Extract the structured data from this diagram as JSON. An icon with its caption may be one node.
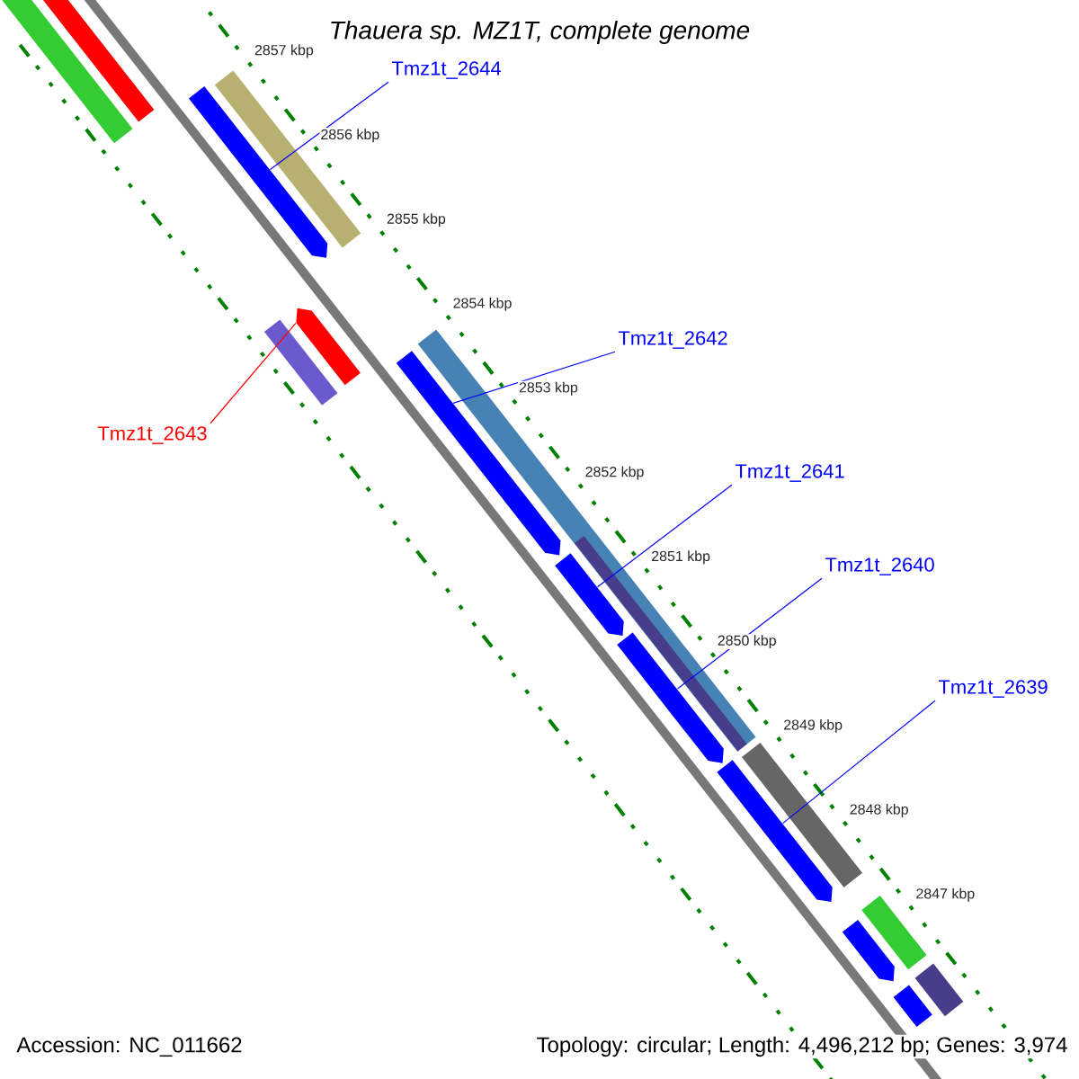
{
  "diagram": {
    "title": "Thauera sp. MZ1T, complete genome",
    "nodes": [
      {
        "text": [
          "Tmz1t_2644"
        ]
      },
      {
        "text": [
          "Tmz1t_2642"
        ]
      },
      {
        "text": [
          "Tmz1t_2643"
        ]
      },
      {
        "text": [
          "Tmz1t_2641"
        ]
      },
      {
        "text": [
          "Tmz1t_2640"
        ]
      },
      {
        "text": [
          "Tmz1t_2639"
        ]
      },
      {
        "text": [],
        "shape": "bar"
      },
      {
        "text": [],
        "shape": "bar"
      },
      {
        "text": [],
        "shape": "bar"
      },
      {
        "text": [],
        "shape": "bar"
      },
      {
        "text": [],
        "shape": "bar"
      },
      {
        "text": [],
        "shape": "bar"
      },
      {
        "text": [],
        "shape": "bar"
      },
      {
        "text": [],
        "shape": "bar"
      },
      {
        "text": [],
        "shape": "bar",
        "in": 12
      },
      {
        "text": [],
        "shape": "bar"
      },
      {
        "text": [],
        "shape": "bar"
      },
      {
        "text": [],
        "shape": "bar"
      },
      {
        "text": [],
        "shape": "bar"
      },
      {
        "text": [],
        "shape": "bar"
      },
      {
        "text": [],
        "shape": "bar"
      },
      {
        "text": [],
        "shape": "bar"
      },
      {
        "text": [],
        "shape": "bar"
      }
    ],
    "edges": [
      {
        "from": 0,
        "to": 8,
        "arrow": "none"
      },
      {
        "from": 1,
        "to": 13,
        "arrow": "none"
      },
      {
        "from": 2,
        "to": 11,
        "arrow": "none",
        "color": "#ff0000"
      },
      {
        "from": 3,
        "to": 15,
        "arrow": "none"
      },
      {
        "from": 4,
        "to": 16,
        "arrow": "none"
      },
      {
        "from": 5,
        "to": 17,
        "arrow": "none"
      }
    ],
    "labels": [
      "2857 kbp",
      "2856 kbp",
      "2855 kbp",
      "2854 kbp",
      "2853 kbp",
      "2852 kbp",
      "2851 kbp",
      "2850 kbp",
      "2849 kbp",
      "2848 kbp",
      "2847 kbp",
      "Accession: NC_011662",
      "Topology: circular; Length: 4,496,212 bp; Genes: 3,974"
    ]
  }
}
